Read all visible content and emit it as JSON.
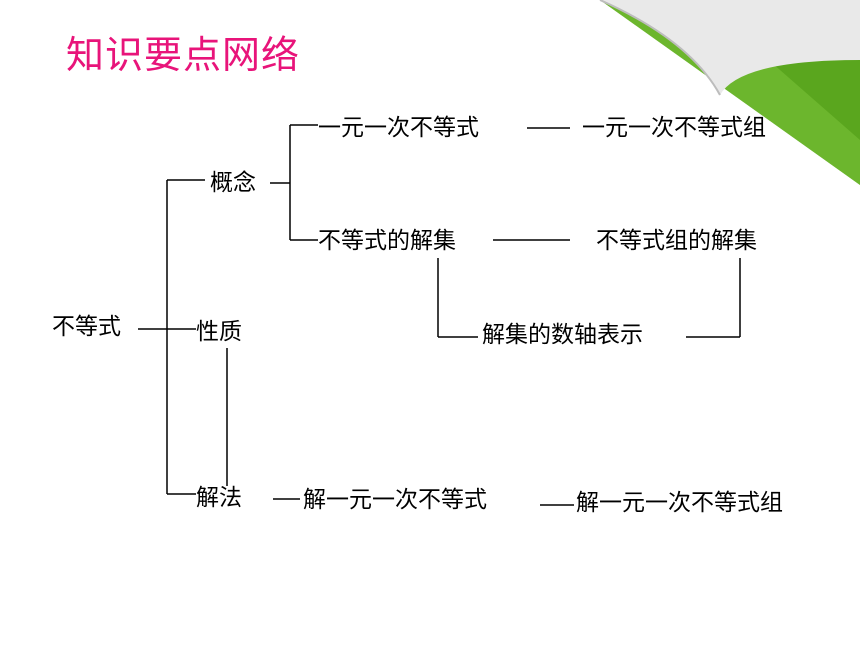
{
  "title": "知识要点网络",
  "nodes": {
    "root": "不等式",
    "concept": "概念",
    "property": "性质",
    "method": "解法",
    "linear_inequality": "一元一次不等式",
    "linear_inequality_system": "一元一次不等式组",
    "solution_set": "不等式的解集",
    "system_solution_set": "不等式组的解集",
    "number_line": "解集的数轴表示",
    "solve_linear_inequality": "解一元一次不等式",
    "solve_linear_inequality_system": "解一元一次不等式组"
  },
  "colors": {
    "title": "#e8147a",
    "text": "#000000",
    "line": "#000000",
    "corner_green": "#5aa61e"
  }
}
